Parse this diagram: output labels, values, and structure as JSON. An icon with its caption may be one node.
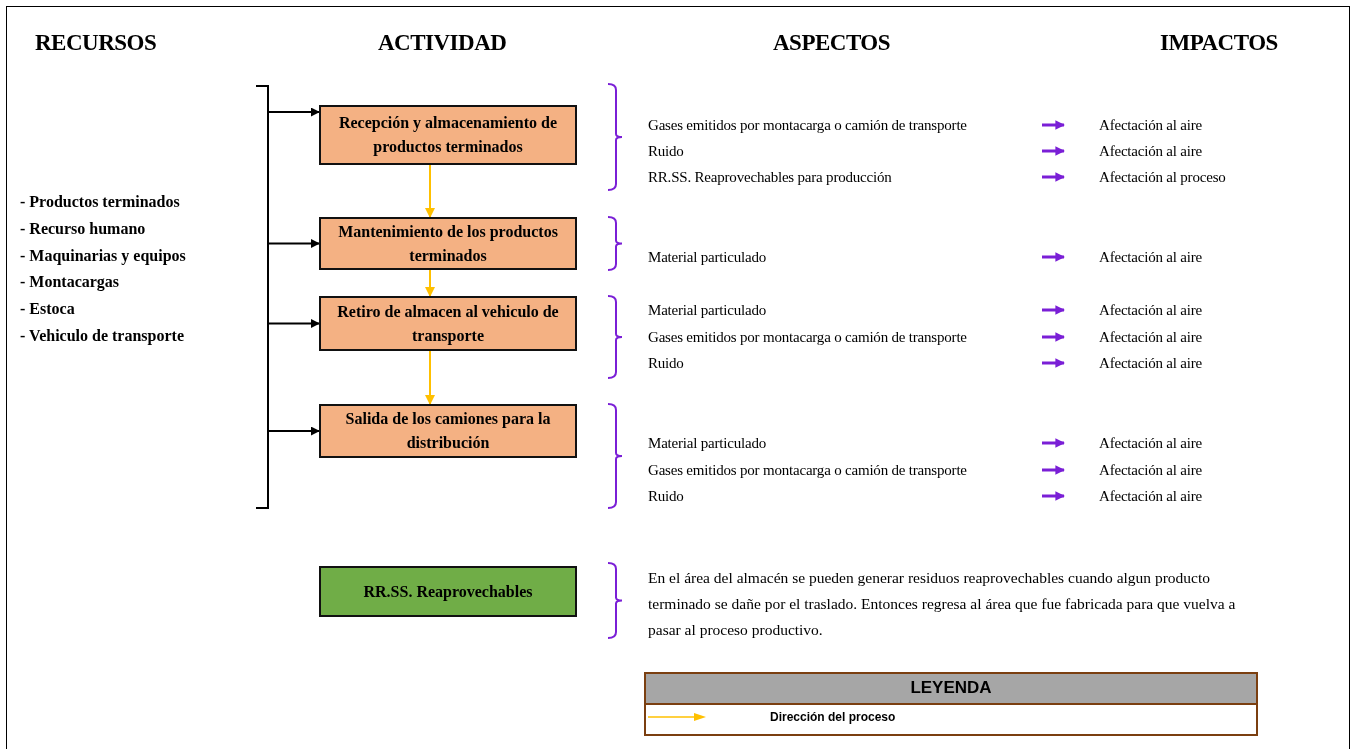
{
  "diagram": {
    "nodes": [
      {
        "text": [
          "Recepción y almacenamiento de productos terminados"
        ]
      },
      {
        "text": [
          "Mantenimiento de los productos terminados"
        ]
      },
      {
        "text": [
          "Retiro de almacen al vehiculo de transporte"
        ]
      },
      {
        "text": [
          "Salida de los camiones para la distribución"
        ]
      },
      {
        "text": [
          "RR.SS. Reaprovechables"
        ]
      },
      {
        "text": [
          "Gases emitidos por montacarga o camión de transporte"
        ]
      },
      {
        "text": [
          "Afectación al aire"
        ]
      },
      {
        "text": [
          "Ruido"
        ]
      },
      {
        "text": [
          "Afectación al aire"
        ]
      },
      {
        "text": [
          "RR.SS. Reaprovechables para producción"
        ]
      },
      {
        "text": [
          "Afectación al proceso"
        ]
      },
      {
        "text": [
          "Material particulado"
        ]
      },
      {
        "text": [
          "Afectación al aire"
        ]
      },
      {
        "text": [
          "Material particulado"
        ]
      },
      {
        "text": [
          "Afectación al aire"
        ]
      },
      {
        "text": [
          "Gases emitidos por montacarga o camión de transporte"
        ]
      },
      {
        "text": [
          "Afectación al aire"
        ]
      },
      {
        "text": [
          "Ruido"
        ]
      },
      {
        "text": [
          "Afectación al aire"
        ]
      },
      {
        "text": [
          "Material particulado"
        ]
      },
      {
        "text": [
          "Afectación al aire"
        ]
      },
      {
        "text": [
          "Gases emitidos por montacarga o camión de transporte"
        ]
      },
      {
        "text": [
          "Afectación al aire"
        ]
      },
      {
        "text": [
          "Ruido"
        ]
      },
      {
        "text": [
          "Afectación al aire"
        ]
      }
    ],
    "edges": [
      {
        "from": null,
        "to": 0,
        "arrow": "to",
        "color": "#000000"
      },
      {
        "from": null,
        "to": 1,
        "arrow": "to",
        "color": "#000000"
      },
      {
        "from": null,
        "to": 2,
        "arrow": "to",
        "color": "#000000"
      },
      {
        "from": null,
        "to": 3,
        "arrow": "to",
        "color": "#000000"
      },
      {
        "from": 0,
        "to": 1,
        "arrow": "to",
        "color": "#ffc000"
      },
      {
        "from": 1,
        "to": 2,
        "arrow": "to",
        "color": "#ffc000"
      },
      {
        "from": 2,
        "to": 3,
        "arrow": "to",
        "color": "#ffc000"
      },
      {
        "from": null,
        "to": 6,
        "arrow": "to"
      },
      {
        "from": null,
        "to": 8,
        "arrow": "to"
      },
      {
        "from": null,
        "to": 10,
        "arrow": "to"
      },
      {
        "from": null,
        "to": 12,
        "arrow": "to"
      },
      {
        "from": null,
        "to": 14,
        "arrow": "to"
      },
      {
        "from": null,
        "to": 16,
        "arrow": "to"
      },
      {
        "from": null,
        "to": 18,
        "arrow": "to"
      },
      {
        "from": null,
        "to": 20,
        "arrow": "to"
      },
      {
        "from": null,
        "to": 22,
        "arrow": "to"
      },
      {
        "from": null,
        "to": 24,
        "arrow": "to"
      }
    ],
    "labels": [
      "RECURSOS",
      "ACTIVIDAD",
      "ASPECTOS",
      "IMPACTOS",
      "- Productos terminados",
      "- Recurso humano",
      "- Maquinarias y equipos",
      "- Montacargas",
      "- Estoca",
      "- Vehiculo de transporte",
      "En el área del almacén se pueden generar residuos reaprovechables cuando algun producto terminado se dañe por el traslado. Entonces regresa al área que fue fabricada para que vuelva a pasar al proceso productivo.",
      "LEYENDA"
    ],
    "legend": [
      {
        "text": "Dirección del proceso"
      }
    ]
  }
}
